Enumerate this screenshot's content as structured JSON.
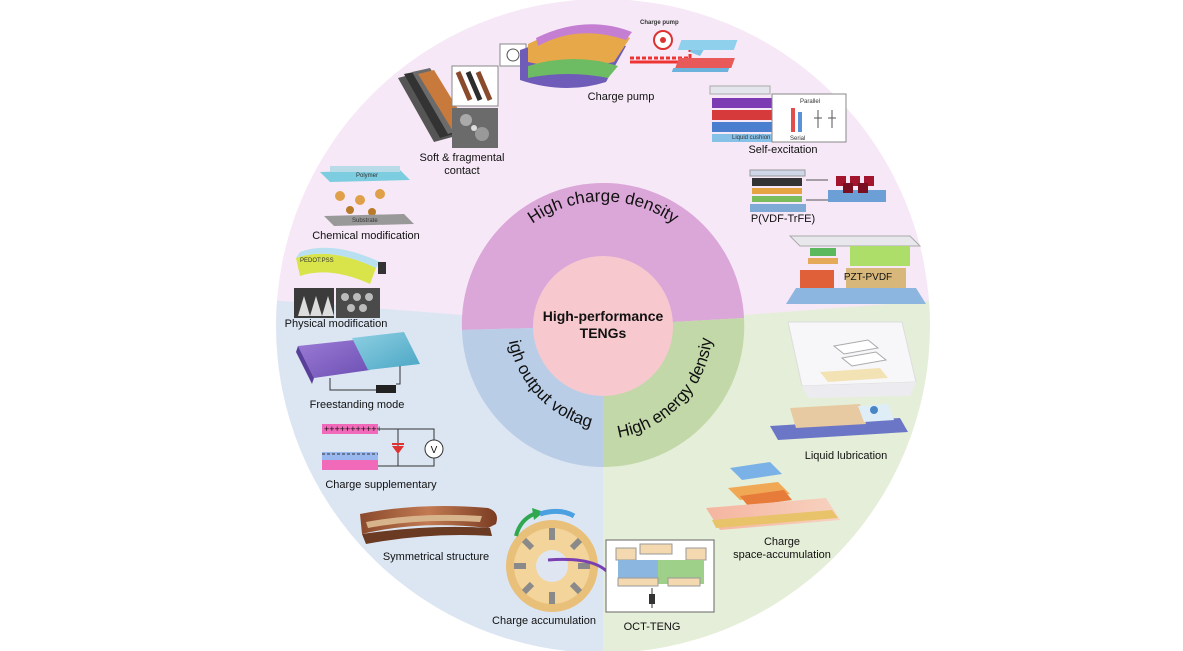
{
  "center": {
    "line1": "High-performance",
    "line2": "TENGs"
  },
  "ring": {
    "top": "High charge density",
    "left": "High output voltage",
    "right": "High energy densiy"
  },
  "items": {
    "charge_pump": "Charge pump",
    "self_excitation": "Self-excitation",
    "pvdf_trfe": "P(VDF-TrFE)",
    "pzt_pvdf": "PZT-PVDF",
    "soft_contact": "Soft & fragmental contact",
    "chemical": "Chemical modification",
    "physical": "Physical modification",
    "freestanding": "Freestanding mode",
    "supplementary": "Charge supplementary",
    "symmetrical": "Symmetrical structure",
    "accumulation": "Charge accumulation",
    "oct": "OCT-TENG",
    "liquid": "Liquid lubrication",
    "space_acc_1": "Charge",
    "space_acc_2": "space-accumulation"
  },
  "thumb_text": {
    "charge_pump_tag": "Charge pump",
    "parallel": "Parallel",
    "serial": "Serial",
    "liquid_cushion": "Liquid cushion",
    "polymer": "Polymer",
    "substrate": "Substrate",
    "pedot": "PEDOT:PSS",
    "volt": "V"
  },
  "colors": {
    "charge_sector": "#f6e8f7",
    "voltage_sector": "#dce6f3",
    "energy_sector": "#e5eed8",
    "ring_charge": "#dba6d8",
    "ring_voltage": "#b9cde7",
    "ring_energy": "#c2d8a8",
    "core": "#f7c9cf"
  }
}
